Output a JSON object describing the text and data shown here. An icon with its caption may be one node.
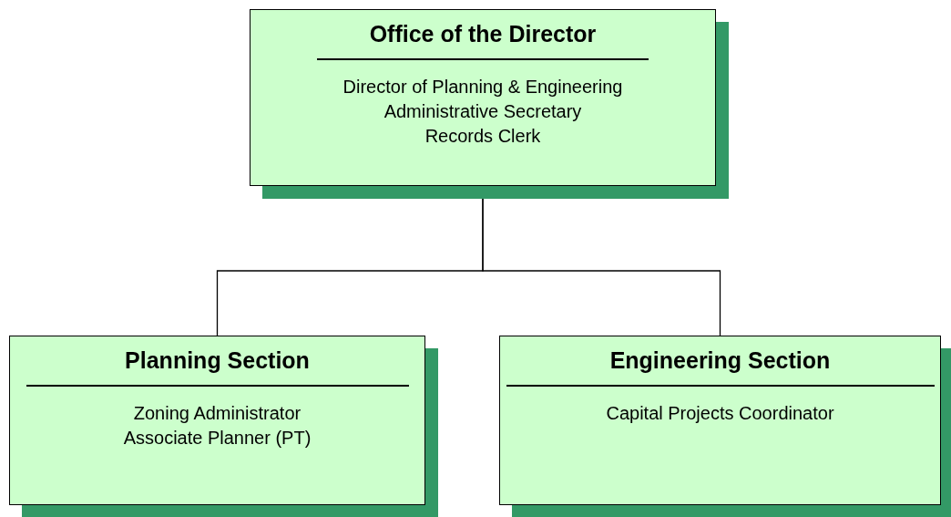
{
  "diagram": {
    "nodes": [
      {
        "text": [
          "Office of the Director",
          "Director of Planning & Engineering",
          "Administrative Secretary",
          "Records Clerk"
        ]
      },
      {
        "text": [
          "Planning Section",
          "Zoning Administrator",
          "Associate Planner (PT)"
        ]
      },
      {
        "text": [
          "Engineering Section",
          "Capital Projects Coordinator"
        ]
      }
    ],
    "edges": [
      {
        "from": 0,
        "to": 1,
        "arrow": "none"
      },
      {
        "from": 0,
        "to": 2,
        "arrow": "none"
      }
    ]
  }
}
